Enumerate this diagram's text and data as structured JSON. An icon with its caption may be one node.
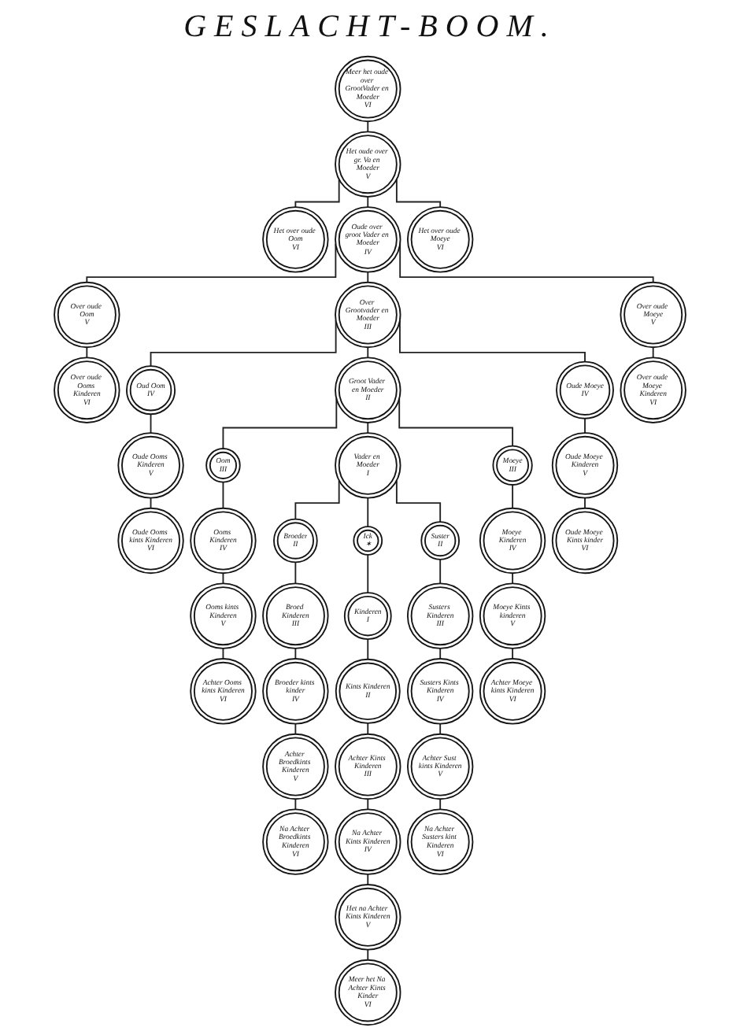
{
  "diagram": {
    "title": "GESLACHT-BOOM.",
    "nodes": [
      {
        "text": [
          "Meer het oude over GrootVader en Moeder",
          "VI"
        ]
      },
      {
        "text": [
          "Het oude over gr. Va en Moeder",
          "V"
        ]
      },
      {
        "text": [
          "Het over oude Oom",
          "VI"
        ]
      },
      {
        "text": [
          "Oude over groot Vader en Moeder",
          "IV"
        ]
      },
      {
        "text": [
          "Het over oude Moeye",
          "VI"
        ]
      },
      {
        "text": [
          "Over oude Oom",
          "V"
        ]
      },
      {
        "text": [
          "Over Grootvader en Moeder",
          "III"
        ]
      },
      {
        "text": [
          "Over oude Moeye",
          "V"
        ]
      },
      {
        "text": [
          "Over oude Ooms Kinderen",
          "VI"
        ]
      },
      {
        "text": [
          "Oud Oom",
          "IV"
        ]
      },
      {
        "text": [
          "Groot Vader en Moeder",
          "II"
        ]
      },
      {
        "text": [
          "Oude Moeye",
          "IV"
        ]
      },
      {
        "text": [
          "Over oude Moeye Kinderen",
          "VI"
        ]
      },
      {
        "text": [
          "Oude Ooms Kinderen",
          "V"
        ]
      },
      {
        "text": [
          "Oom",
          "III"
        ]
      },
      {
        "text": [
          "Vader en Moeder",
          "I"
        ]
      },
      {
        "text": [
          "Moeye",
          "III"
        ]
      },
      {
        "text": [
          "Oude Moeye Kinderen",
          "V"
        ]
      },
      {
        "text": [
          "Oude Ooms kints Kinderen",
          "VI"
        ]
      },
      {
        "text": [
          "Ooms Kinderen",
          "IV"
        ]
      },
      {
        "text": [
          "Broeder",
          "II"
        ]
      },
      {
        "text": [
          "Ick",
          "✶"
        ]
      },
      {
        "text": [
          "Suster",
          "II"
        ]
      },
      {
        "text": [
          "Moeye Kinderen",
          "IV"
        ]
      },
      {
        "text": [
          "Oude Moeye Kints kinder",
          "VI"
        ]
      },
      {
        "text": [
          "Ooms kints Kinderen",
          "V"
        ]
      },
      {
        "text": [
          "Broed Kinderen",
          "III"
        ]
      },
      {
        "text": [
          "Kinderen",
          "I"
        ]
      },
      {
        "text": [
          "Susters Kinderen",
          "III"
        ]
      },
      {
        "text": [
          "Moeye Kints kinderen",
          "V"
        ]
      },
      {
        "text": [
          "Achter Ooms kints Kinderen",
          "VI"
        ]
      },
      {
        "text": [
          "Broeder kints kinder",
          "IV"
        ]
      },
      {
        "text": [
          "Kints Kinderen",
          "II"
        ]
      },
      {
        "text": [
          "Susters Kints Kinderen",
          "IV"
        ]
      },
      {
        "text": [
          "Achter Moeye kints Kinderen",
          "VI"
        ]
      },
      {
        "text": [
          "Achter Broedkints Kinderen",
          "V"
        ]
      },
      {
        "text": [
          "Achter Kints Kinderen",
          "III"
        ]
      },
      {
        "text": [
          "Achter Sust kints Kinderen",
          "V"
        ]
      },
      {
        "text": [
          "Na Achter Broedkints Kinderen",
          "VI"
        ]
      },
      {
        "text": [
          "Na Achter Kints Kinderen",
          "IV"
        ]
      },
      {
        "text": [
          "Na Achter Susters kint Kinderen",
          "VI"
        ]
      },
      {
        "text": [
          "Het na Achter Kints Kinderen",
          "V"
        ]
      },
      {
        "text": [
          "Meer het Na Achter Kints Kinder",
          "VI"
        ]
      }
    ],
    "edges": [
      {
        "from": 0,
        "to": 1,
        "arrow": "none"
      },
      {
        "from": 1,
        "to": 2,
        "arrow": "none"
      },
      {
        "from": 1,
        "to": 3,
        "arrow": "none"
      },
      {
        "from": 1,
        "to": 4,
        "arrow": "none"
      },
      {
        "from": 3,
        "to": 5,
        "arrow": "none"
      },
      {
        "from": 3,
        "to": 6,
        "arrow": "none"
      },
      {
        "from": 3,
        "to": 7,
        "arrow": "none"
      },
      {
        "from": 5,
        "to": 8,
        "arrow": "none"
      },
      {
        "from": 6,
        "to": 9,
        "arrow": "none"
      },
      {
        "from": 6,
        "to": 10,
        "arrow": "none"
      },
      {
        "from": 6,
        "to": 11,
        "arrow": "none"
      },
      {
        "from": 7,
        "to": 12,
        "arrow": "none"
      },
      {
        "from": 9,
        "to": 13,
        "arrow": "none"
      },
      {
        "from": 10,
        "to": 14,
        "arrow": "none"
      },
      {
        "from": 10,
        "to": 15,
        "arrow": "none"
      },
      {
        "from": 10,
        "to": 16,
        "arrow": "none"
      },
      {
        "from": 11,
        "to": 17,
        "arrow": "none"
      },
      {
        "from": 13,
        "to": 18,
        "arrow": "none"
      },
      {
        "from": 14,
        "to": 19,
        "arrow": "none"
      },
      {
        "from": 15,
        "to": 20,
        "arrow": "none"
      },
      {
        "from": 15,
        "to": 21,
        "arrow": "none"
      },
      {
        "from": 15,
        "to": 22,
        "arrow": "none"
      },
      {
        "from": 16,
        "to": 23,
        "arrow": "none"
      },
      {
        "from": 17,
        "to": 24,
        "arrow": "none"
      },
      {
        "from": 19,
        "to": 25,
        "arrow": "none"
      },
      {
        "from": 20,
        "to": 26,
        "arrow": "none"
      },
      {
        "from": 21,
        "to": 27,
        "arrow": "none"
      },
      {
        "from": 22,
        "to": 28,
        "arrow": "none"
      },
      {
        "from": 23,
        "to": 29,
        "arrow": "none"
      },
      {
        "from": 25,
        "to": 30,
        "arrow": "none"
      },
      {
        "from": 26,
        "to": 31,
        "arrow": "none"
      },
      {
        "from": 27,
        "to": 32,
        "arrow": "none"
      },
      {
        "from": 28,
        "to": 33,
        "arrow": "none"
      },
      {
        "from": 29,
        "to": 34,
        "arrow": "none"
      },
      {
        "from": 31,
        "to": 35,
        "arrow": "none"
      },
      {
        "from": 32,
        "to": 36,
        "arrow": "none"
      },
      {
        "from": 33,
        "to": 37,
        "arrow": "none"
      },
      {
        "from": 35,
        "to": 38,
        "arrow": "none"
      },
      {
        "from": 36,
        "to": 39,
        "arrow": "none"
      },
      {
        "from": 37,
        "to": 40,
        "arrow": "none"
      },
      {
        "from": 39,
        "to": 41,
        "arrow": "none"
      },
      {
        "from": 41,
        "to": 42,
        "arrow": "none"
      }
    ]
  }
}
